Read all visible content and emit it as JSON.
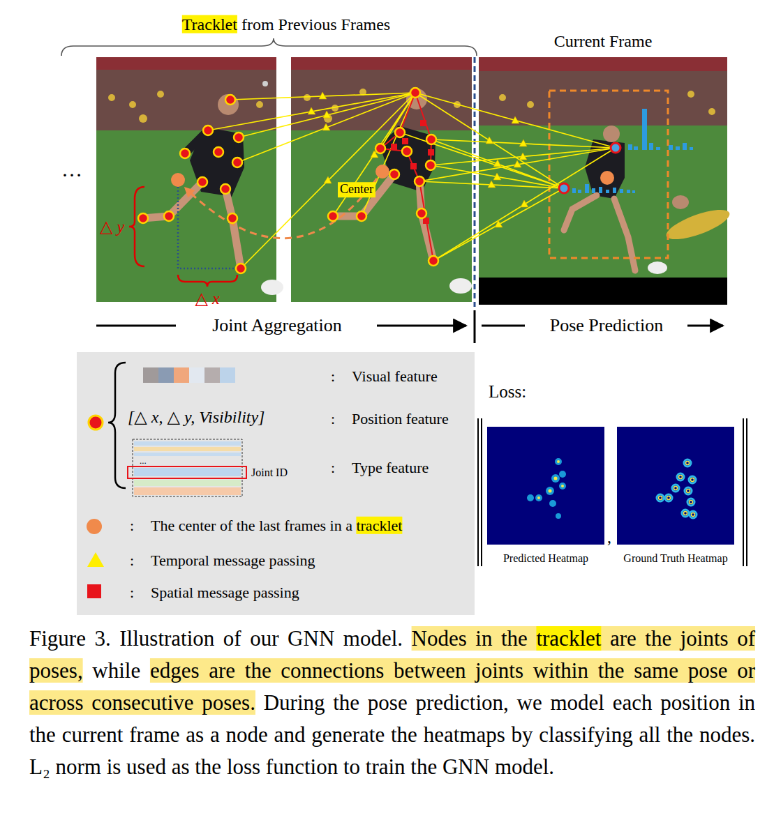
{
  "diagram": {
    "caption": "Figure 3. Illustration of our GNN model. Nodes in the tracklet are the joints of poses, while edges are the connections between joints within the same pose or across consecutive poses. During the pose prediction, we model each position in the current frame as a node and generate the heatmaps by classifying all the nodes. L₂ norm is used as the loss function to train the GNN model.",
    "nodes": [
      {
        "text": [
          "Current Frame"
        ]
      },
      {
        "text": [
          "Predicted Heatmap"
        ]
      },
      {
        "text": [
          "Ground Truth Heatmap"
        ]
      }
    ],
    "labels": [
      "Tracklet from Previous Frames",
      "…",
      "Center",
      "△ y",
      "△ x",
      "Joint Aggregation",
      "Pose Prediction",
      ":",
      "[△ x, △ y, Visibility]",
      ":",
      "...",
      "Joint ID",
      ":",
      ":",
      ":",
      ":",
      "Loss:",
      ","
    ],
    "legend": [
      {
        "text": "Visual feature"
      },
      {
        "text": "Position feature"
      },
      {
        "text": "Type feature"
      },
      {
        "text": "The center of the last frames in a tracklet",
        "color": "#f08a4b"
      },
      {
        "text": "Temporal message passing",
        "color": "#ffee00"
      },
      {
        "text": "Spatial message passing",
        "color": "#e8141b"
      }
    ]
  }
}
